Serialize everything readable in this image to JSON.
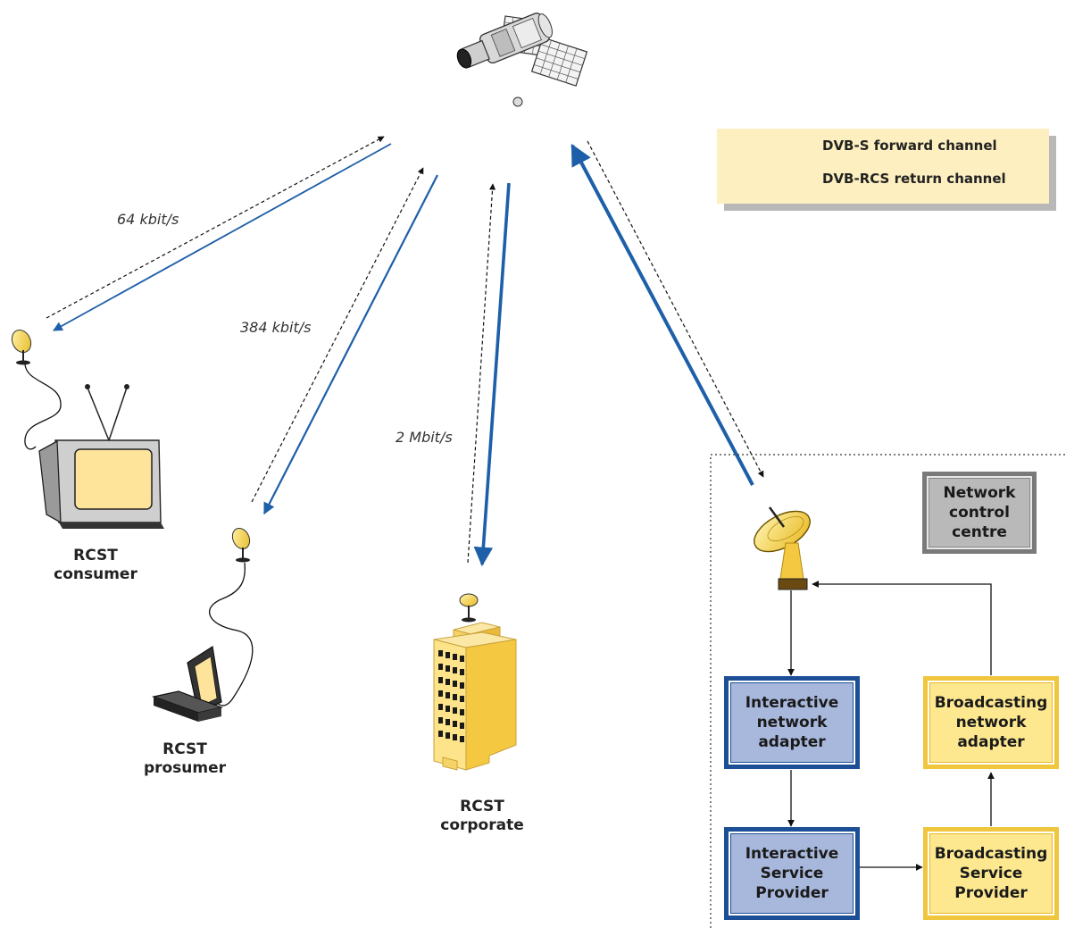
{
  "legend": {
    "forward_label": "DVB-S forward channel",
    "return_label": "DVB-RCS return channel"
  },
  "rates": {
    "consumer": "64 kbit/s",
    "prosumer": "384 kbit/s",
    "corporate": "2 Mbit/s"
  },
  "terminals": {
    "consumer": [
      "RCST",
      "consumer"
    ],
    "prosumer": [
      "RCST",
      "prosumer"
    ],
    "corporate": [
      "RCST",
      "corporate"
    ]
  },
  "hub": {
    "network_control_centre": [
      "Network",
      "control",
      "centre"
    ],
    "interactive_network_adapter": [
      "Interactive",
      "network",
      "adapter"
    ],
    "broadcasting_network_adapter": [
      "Broadcasting",
      "network",
      "adapter"
    ],
    "interactive_service_provider": [
      "Interactive",
      "Service",
      "Provider"
    ],
    "broadcasting_service_provider": [
      "Broadcasting",
      "Service",
      "Provider"
    ]
  },
  "colors": {
    "forward": "#1d5fa8",
    "return": "#222222",
    "blue_box_fill": "#a8b8dc",
    "blue_box_border": "#1d4f96",
    "yellow_box_fill": "#fde890",
    "yellow_box_border": "#f0c63c",
    "grey_box_fill": "#b9b9b9",
    "legend_fill": "#fdefc0"
  }
}
